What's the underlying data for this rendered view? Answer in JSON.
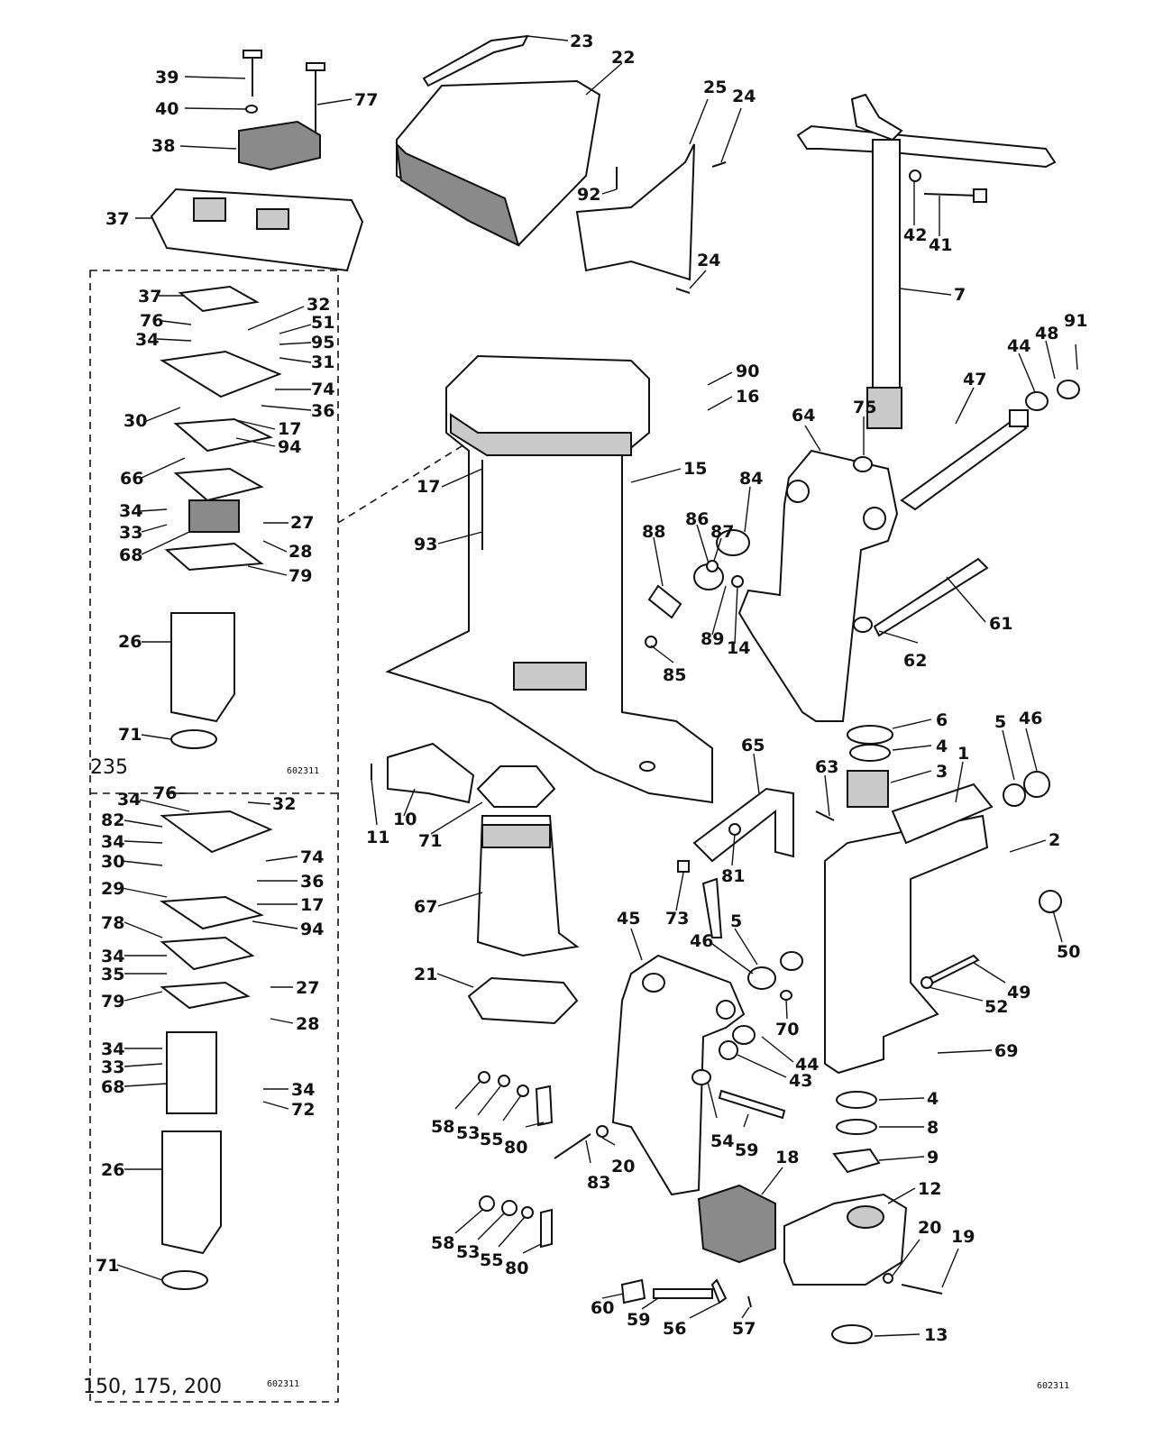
{
  "inset_labels": {
    "upper": "235",
    "lower": "150, 175, 200"
  },
  "drawing_codes": {
    "upper_inset": "602311",
    "lower_inset": "602311",
    "main": "602311"
  },
  "callouts": {
    "c39": "39",
    "c40": "40",
    "c77": "77",
    "c38": "38",
    "c37a": "37",
    "c23": "23",
    "c22": "22",
    "c25": "25",
    "c24a": "24",
    "c92": "92",
    "c24b": "24",
    "c42": "42",
    "c41": "41",
    "c7": "7",
    "c37b": "37",
    "c76a": "76",
    "c34a": "34",
    "c32a": "32",
    "c51": "51",
    "c95": "95",
    "c31": "31",
    "c74a": "74",
    "c30a": "30",
    "c36a": "36",
    "c17a": "17",
    "c94a": "94",
    "c66": "66",
    "c34b": "34",
    "c33a": "33",
    "c68a": "68",
    "c27a": "27",
    "c28a": "28",
    "c79a": "79",
    "c26a": "26",
    "c71a": "71",
    "c90": "90",
    "c16": "16",
    "c17b": "17",
    "c15": "15",
    "c93": "93",
    "c91": "91",
    "c48": "48",
    "c44a": "44",
    "c47": "47",
    "c64": "64",
    "c75": "75",
    "c84": "84",
    "c86": "86",
    "c87": "87",
    "c88": "88",
    "c89": "89",
    "c14": "14",
    "c85": "85",
    "c61": "61",
    "c62": "62",
    "c6": "6",
    "c4a": "4",
    "c3": "3",
    "c1": "1",
    "c5a": "5",
    "c46a": "46",
    "c2": "2",
    "c65": "65",
    "c63": "63",
    "c11": "11",
    "c10": "10",
    "c71b": "71",
    "c81": "81",
    "c73": "73",
    "c67": "67",
    "c50": "50",
    "c76b": "76",
    "c34c": "34",
    "c32b": "32",
    "c82": "82",
    "c34d": "34",
    "c74b": "74",
    "c30b": "30",
    "c36b": "36",
    "c29": "29",
    "c17c": "17",
    "c94b": "94",
    "c78": "78",
    "c34e": "34",
    "c35": "35",
    "c27b": "27",
    "c79b": "79",
    "c28b": "28",
    "c34f": "34",
    "c33b": "33",
    "c68b": "68",
    "c34g": "34",
    "c72": "72",
    "c26b": "26",
    "c71c": "71",
    "c21": "21",
    "c45": "45",
    "c5b": "5",
    "c46b": "46",
    "c70": "70",
    "c49": "49",
    "c52": "52",
    "c44b": "44",
    "c43": "43",
    "c69": "69",
    "c4b": "4",
    "c8": "8",
    "c9": "9",
    "c58a": "58",
    "c53a": "53",
    "c55a": "55",
    "c80a": "80",
    "c54": "54",
    "c59a": "59",
    "c83": "83",
    "c20a": "20",
    "c18": "18",
    "c12": "12",
    "c58b": "58",
    "c53b": "53",
    "c55b": "55",
    "c80b": "80",
    "c60": "60",
    "c59b": "59",
    "c56": "56",
    "c57": "57",
    "c20b": "20",
    "c19": "19",
    "c13": "13"
  }
}
